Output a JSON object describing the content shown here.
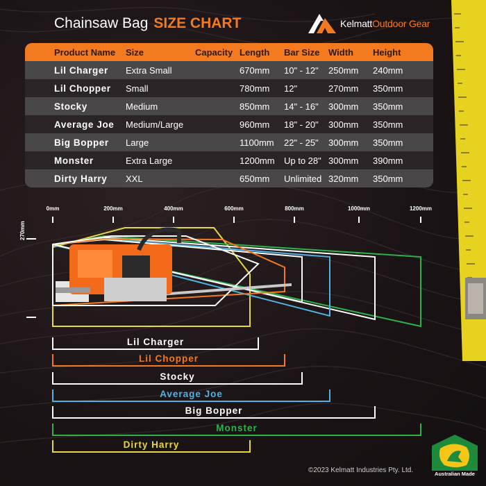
{
  "header": {
    "title_main": "Chainsaw Bag",
    "title_accent": "SIZE CHART",
    "brand_main": "Kelmatt",
    "brand_accent": "Outdoor Gear"
  },
  "table": {
    "columns": [
      "Product Name",
      "Size",
      "Capacity",
      "Length",
      "Bar Size",
      "Width",
      "Height"
    ],
    "rows": [
      {
        "name": "Lil Charger",
        "size": "Extra Small",
        "length": "670mm",
        "bar": "10\" - 12\"",
        "width": "250mm",
        "height": "240mm"
      },
      {
        "name": "Lil Chopper",
        "size": "Small",
        "length": "780mm",
        "bar": "12\"",
        "width": "270mm",
        "height": "350mm"
      },
      {
        "name": "Stocky",
        "size": "Medium",
        "length": "850mm",
        "bar": "14\" - 16\"",
        "width": "300mm",
        "height": "350mm"
      },
      {
        "name": "Average Joe",
        "size": "Medium/Large",
        "length": "960mm",
        "bar": "18\" - 20\"",
        "width": "300mm",
        "height": "350mm"
      },
      {
        "name": "Big Bopper",
        "size": "Large",
        "length": "1100mm",
        "bar": "22\" - 25\"",
        "width": "300mm",
        "height": "350mm"
      },
      {
        "name": "Monster",
        "size": "Extra Large",
        "length": "1200mm",
        "bar": "Up to 28\"",
        "width": "300mm",
        "height": "390mm"
      },
      {
        "name": "Dirty Harry",
        "size": "XXL",
        "length": "650mm",
        "bar": "Unlimited",
        "width": "320mm",
        "height": "350mm"
      }
    ]
  },
  "ruler": {
    "labels": [
      "0mm",
      "200mm",
      "400mm",
      "600mm",
      "800mm",
      "1000mm",
      "1200mm"
    ],
    "height_label": "270mm"
  },
  "bags": [
    {
      "name": "Lil Charger",
      "color": "#ffffff"
    },
    {
      "name": "Lil Chopper",
      "color": "#f47a20"
    },
    {
      "name": "Stocky",
      "color": "#ffffff"
    },
    {
      "name": "Average Joe",
      "color": "#4fb3e3"
    },
    {
      "name": "Big Bopper",
      "color": "#ffffff"
    },
    {
      "name": "Monster",
      "color": "#2db34a"
    },
    {
      "name": "Dirty Harry",
      "color": "#e8d83a"
    }
  ],
  "footer": {
    "copyright": "©2023 Kelmatt Industries Pty. Ltd.",
    "badge": "Australian Made"
  },
  "colors": {
    "accent": "#f47a20",
    "row_shade": "#4a4749",
    "row_dark": "#2a2426",
    "background": "#1b1416"
  }
}
